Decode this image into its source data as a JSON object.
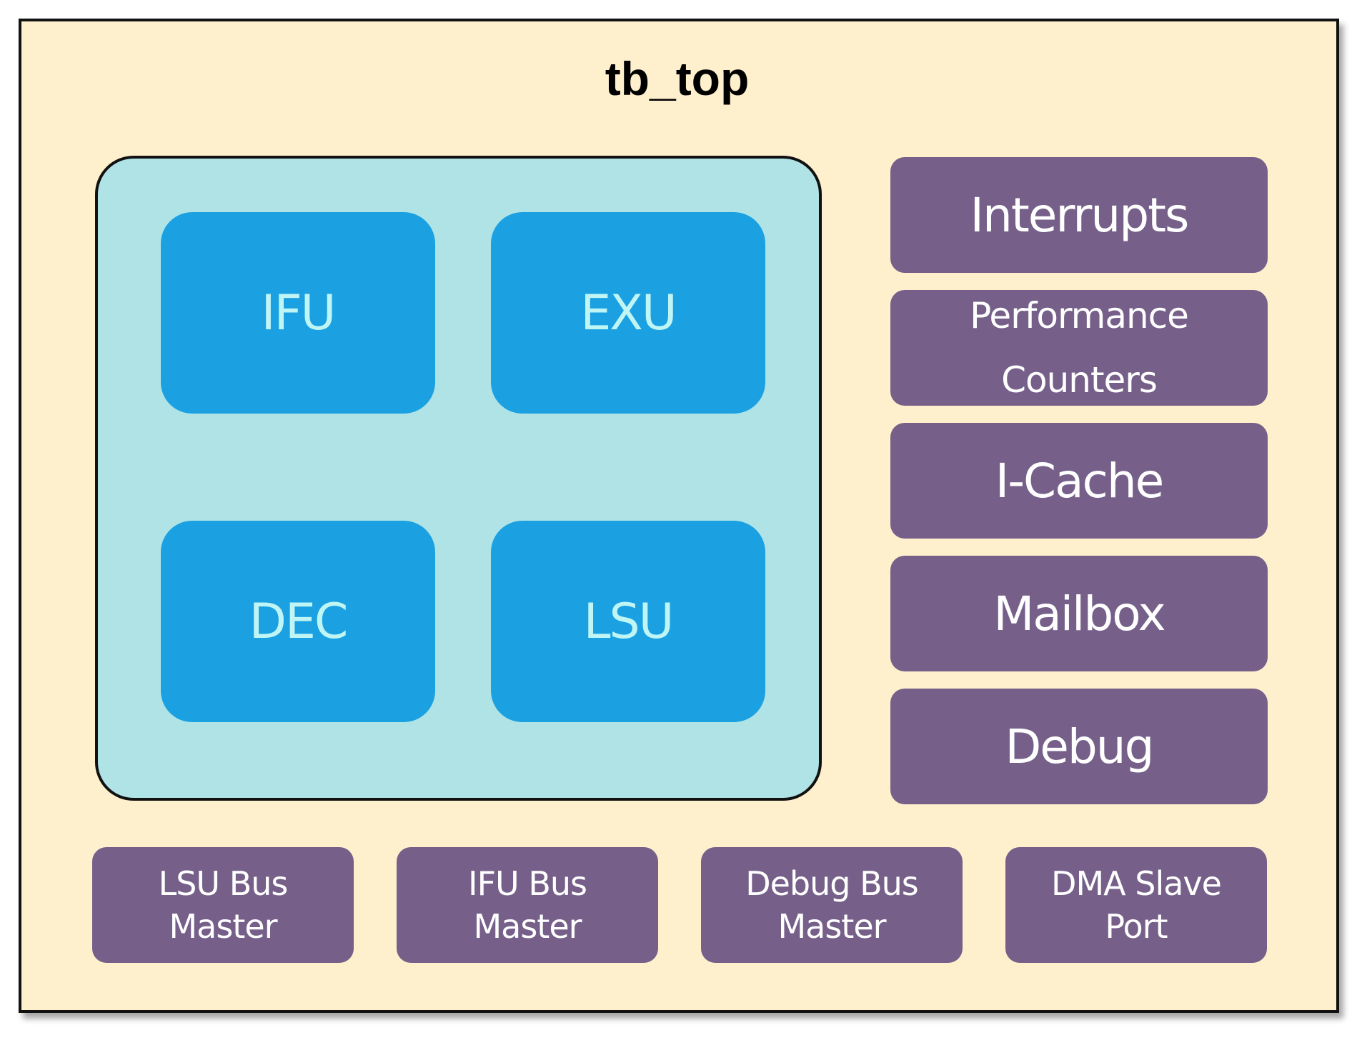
{
  "title": "tb_top",
  "core_units": [
    {
      "label": "IFU"
    },
    {
      "label": "EXU"
    },
    {
      "label": "DEC"
    },
    {
      "label": "LSU"
    }
  ],
  "side_blocks": [
    {
      "label": "Interrupts"
    },
    {
      "label": "Performance\nCounters"
    },
    {
      "label": "I-Cache"
    },
    {
      "label": "Mailbox"
    },
    {
      "label": "Debug"
    }
  ],
  "bus_blocks": [
    {
      "label": "LSU Bus\nMaster"
    },
    {
      "label": "IFU Bus\nMaster"
    },
    {
      "label": "Debug Bus\nMaster"
    },
    {
      "label": "DMA Slave\nPort"
    }
  ],
  "colors": {
    "background": "#fff0cd",
    "core_container": "#b0e3e6",
    "core_unit": "#1ba1e2",
    "core_unit_text": "#bff5f5",
    "peripheral": "#76608a",
    "peripheral_text": "#ffffff"
  }
}
